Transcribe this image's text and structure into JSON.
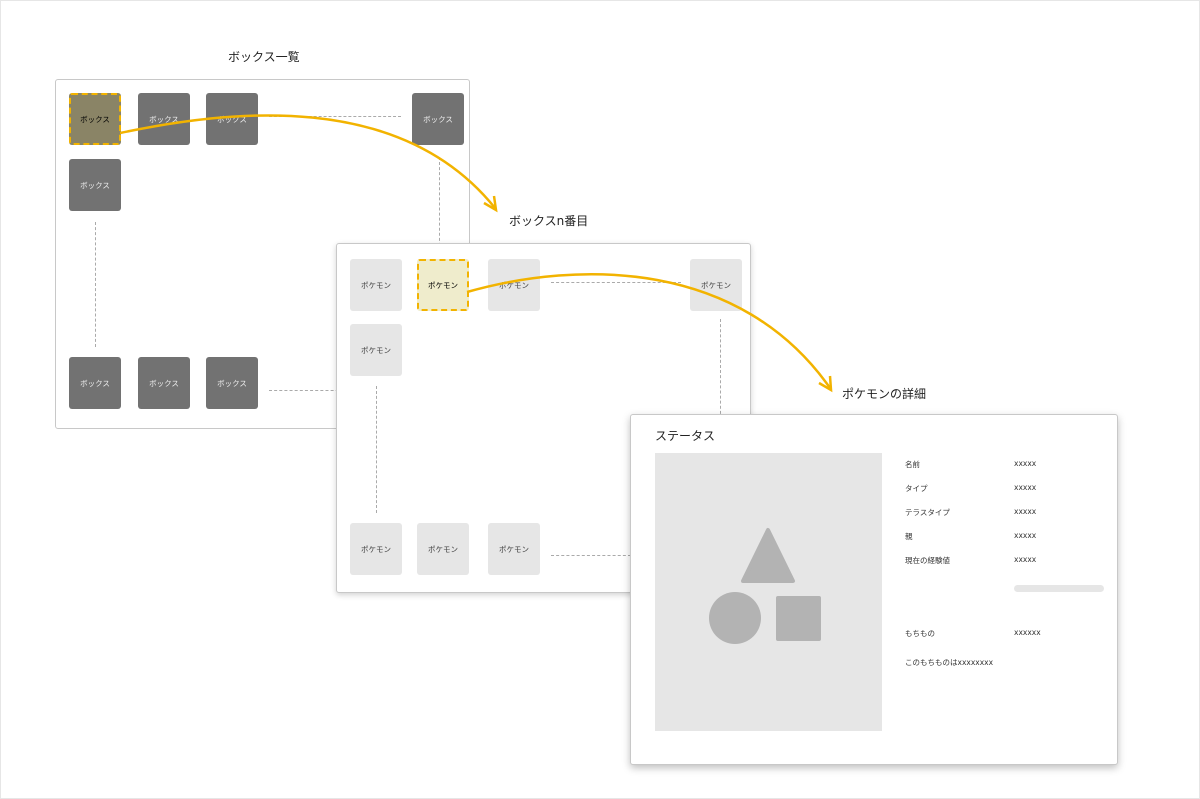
{
  "titles": {
    "box_list": "ボックス一覧",
    "box_n": "ボックスn番目",
    "pokemon_detail": "ポケモンの詳細"
  },
  "box_label": "ボックス",
  "pokemon_label": "ポケモン",
  "detail": {
    "heading": "ステータス",
    "rows": [
      {
        "label": "名前",
        "value": "xxxxx"
      },
      {
        "label": "タイプ",
        "value": "xxxxx"
      },
      {
        "label": "テラスタイプ",
        "value": "xxxxx"
      },
      {
        "label": "親",
        "value": "xxxxx"
      },
      {
        "label": "現在の経験値",
        "value": "xxxxx"
      }
    ],
    "exp_progress": 0,
    "item_label": "もちもの",
    "item_value": "xxxxxx",
    "item_desc": "このもちものはxxxxxxxx"
  },
  "colors": {
    "accent": "#f2b300",
    "dark_box": "#727272",
    "light_box": "#e6e6e6"
  }
}
